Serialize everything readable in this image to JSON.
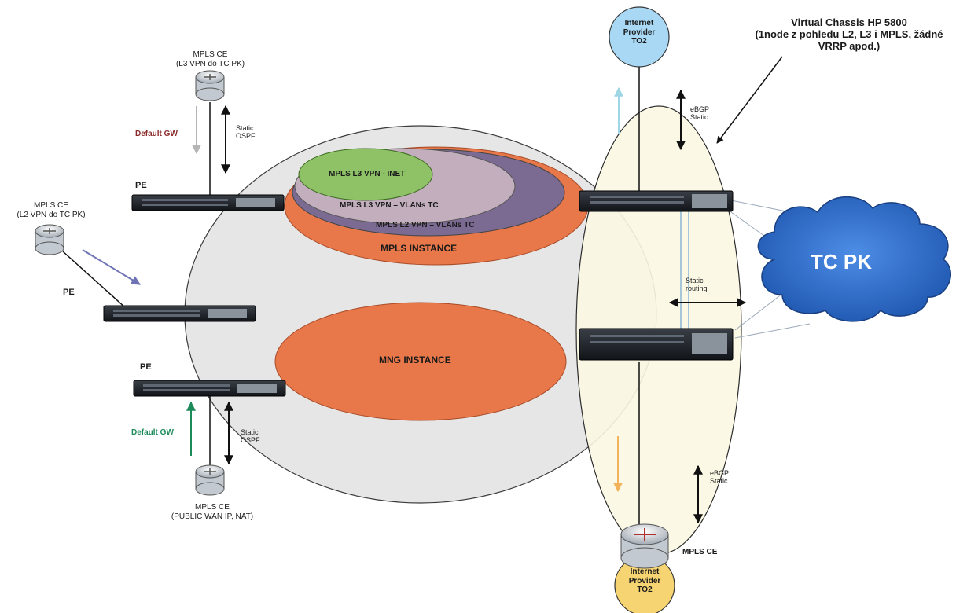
{
  "title": {
    "virtual_chassis": "Virtual Chassis HP 5800",
    "virtual_chassis_note_1": "(1node z pohledu L2, L3 i MPLS, žádné",
    "virtual_chassis_note_2": "VRRP apod.)"
  },
  "nodes": {
    "provider_top_1": "Internet",
    "provider_top_2": "Provider",
    "provider_top_3": "TO2",
    "provider_bottom_1": "Internet",
    "provider_bottom_2": "Provider",
    "provider_bottom_3": "TO2",
    "cloud": "TC PK",
    "ce_l3_1": "MPLS CE",
    "ce_l3_2": "(L3 VPN do TC PK)",
    "ce_l2_1": "MPLS CE",
    "ce_l2_2": "(L2 VPN do TC PK)",
    "ce_wan_1": "MPLS CE",
    "ce_wan_2": "(PUBLIC WAN IP, NAT)",
    "ce_right": "MPLS CE",
    "pe_1": "PE",
    "pe_2": "PE",
    "pe_3": "PE"
  },
  "instances": {
    "inet": "MPLS L3 VPN - INET",
    "l3_vlans": "MPLS L3 VPN – VLANs TC",
    "l2_vlans": "MPLS L2 VPN – VLANs TC",
    "mpls": "MPLS INSTANCE",
    "mng": "MNG INSTANCE"
  },
  "links": {
    "default_gw_top": "Default GW",
    "default_gw_bottom": "Default GW",
    "static_ospf_top_1": "Static",
    "static_ospf_top_2": "OSPF",
    "static_ospf_bottom_1": "Static",
    "static_ospf_bottom_2": "OSPF",
    "ebgp_top_1": "eBGP",
    "ebgp_top_2": "Static",
    "ebgp_bottom_1": "eBGP",
    "ebgp_bottom_2": "Static",
    "static_routing_1": "Static",
    "static_routing_2": "routing"
  },
  "colors": {
    "outer_ellipse": "#e6e6e6",
    "chassis_ellipse": "#fbf8e2",
    "mpls_instance": "#e8774a",
    "l2_vpn": "#7b6b93",
    "l3_vlans": "#c2aebd",
    "inet": "#8fc267",
    "mng_instance": "#e8774a",
    "cloud": "#2e6fd0",
    "provider_top": "#a9d8f4",
    "provider_bottom": "#f6d472",
    "default_gw_top": "#8b2a2a",
    "default_gw_bottom": "#1d8a5a"
  }
}
